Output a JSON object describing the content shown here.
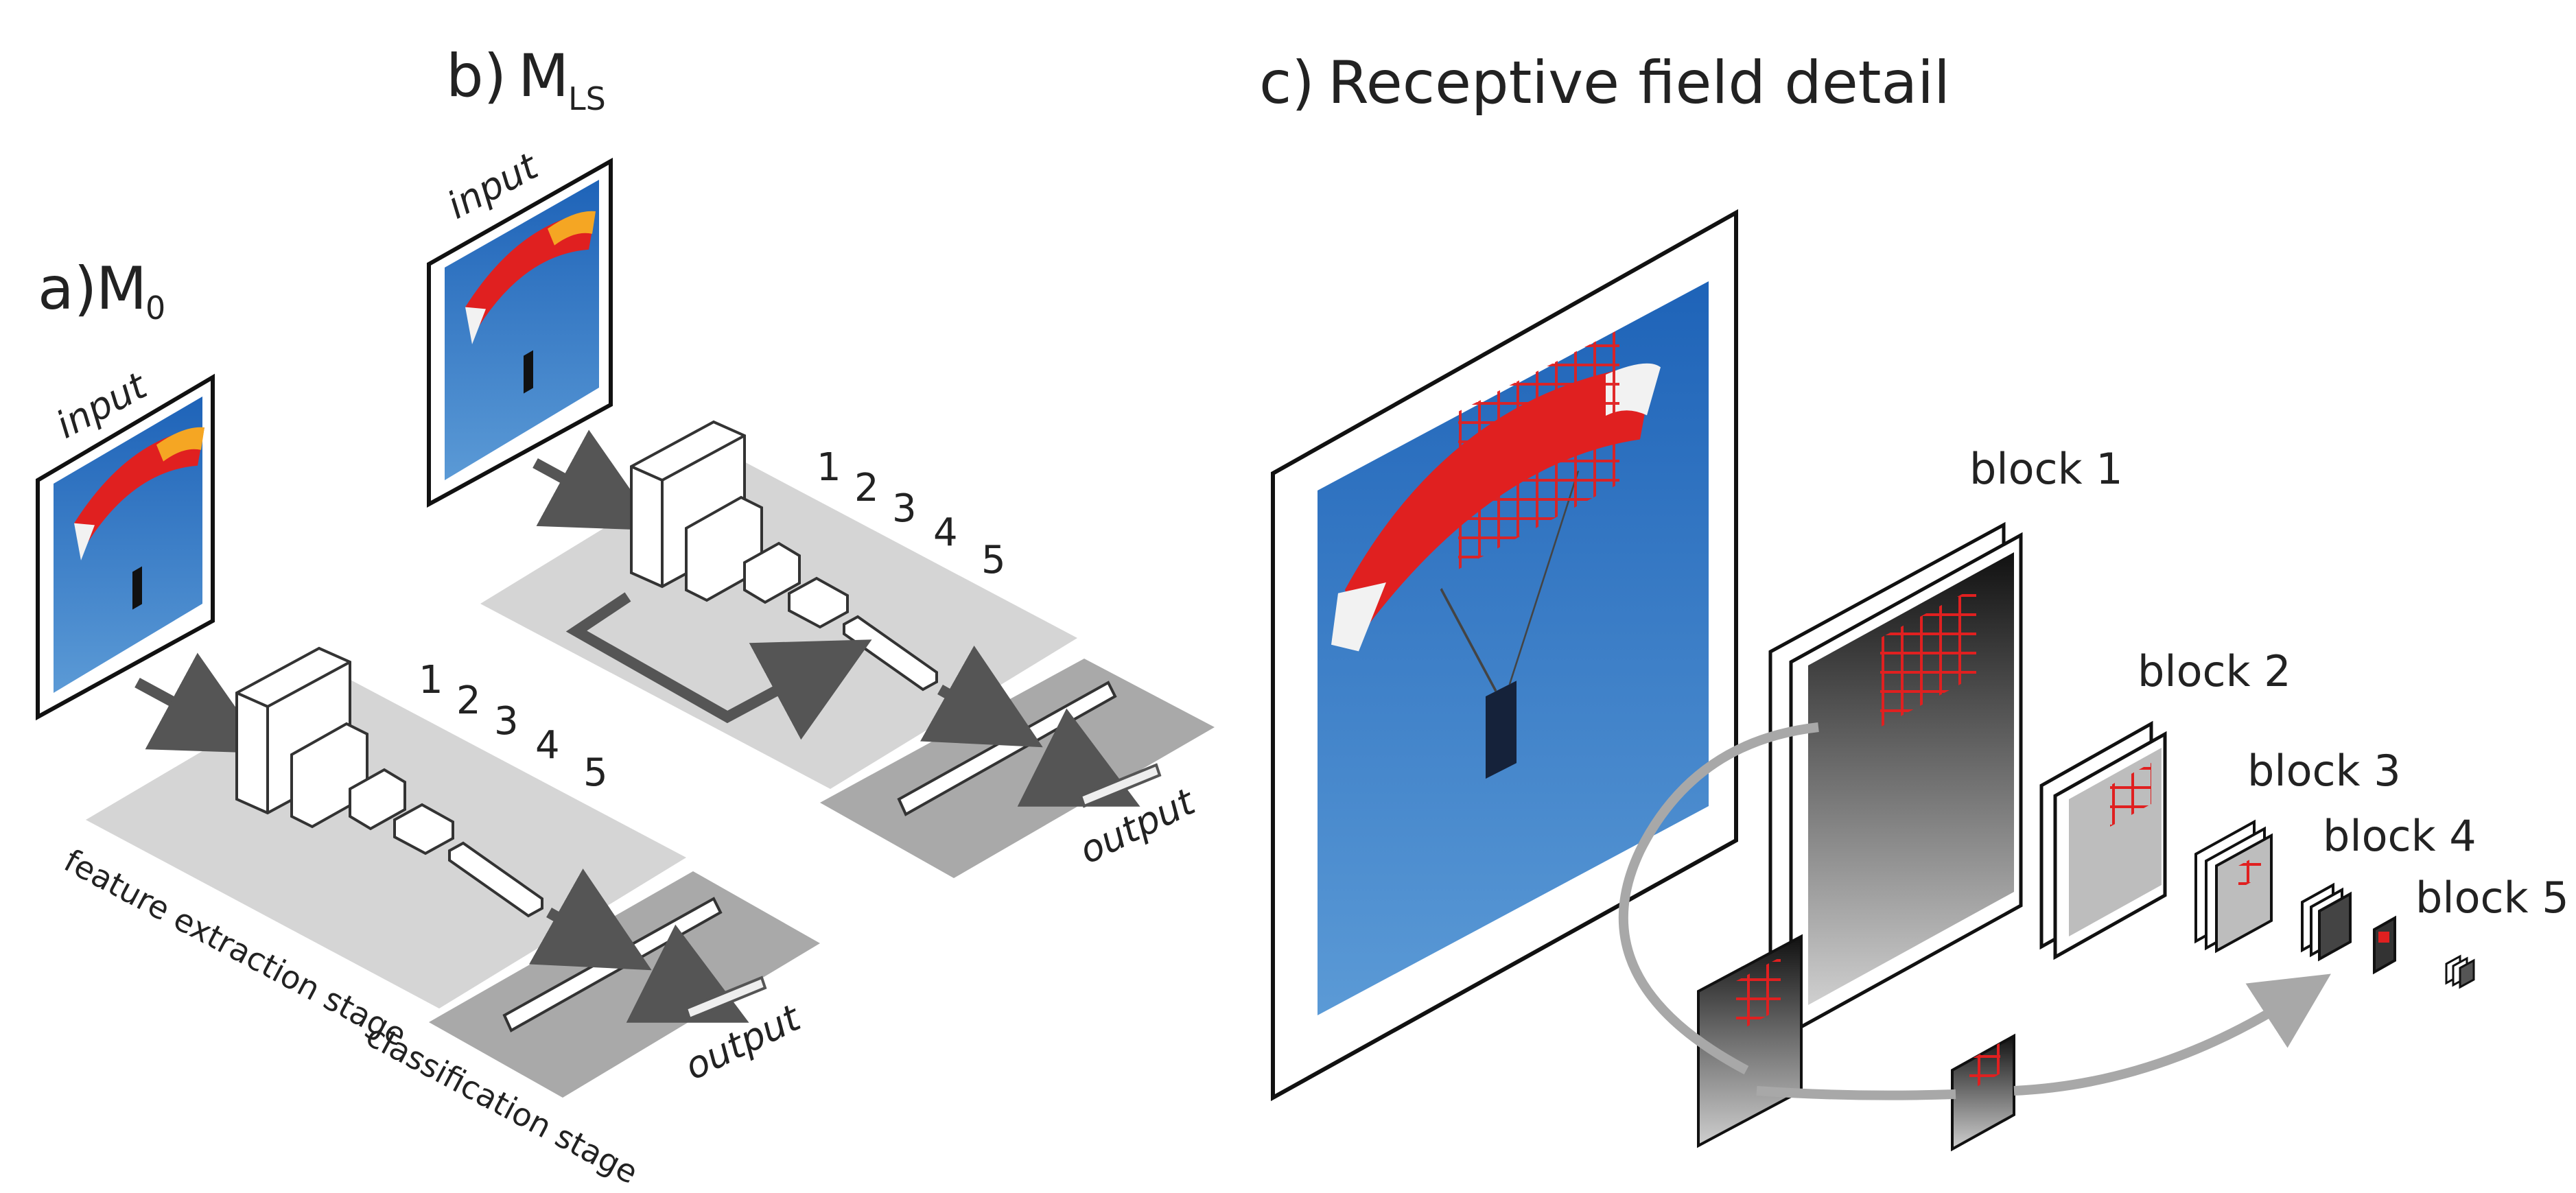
{
  "panels": {
    "a": {
      "label": "a)",
      "title_main": "M",
      "title_sub": "0",
      "input_label": "input",
      "output_label": "output",
      "block_numbers": [
        "1",
        "2",
        "3",
        "4",
        "5"
      ],
      "feature_stage": "feature extraction stage",
      "class_stage": "classification stage"
    },
    "b": {
      "label": "b)",
      "title_main": "M",
      "title_sub": "LS",
      "input_label": "input",
      "output_label": "output",
      "block_numbers": [
        "1",
        "2",
        "3",
        "4",
        "5"
      ]
    },
    "c": {
      "label": "c)",
      "title": "Receptive field detail",
      "blocks": [
        "block 1",
        "block 2",
        "block 3",
        "block 4",
        "block 5"
      ]
    }
  },
  "colors": {
    "red": "#e02020",
    "sky": "#3a7fc9",
    "gray_plane": "#d3d3d3",
    "gray_dark": "#a8a8a8",
    "arrow": "#555555",
    "curve": "#a8a8a8"
  },
  "icons": [
    "arrow-icon",
    "parachute-image"
  ]
}
